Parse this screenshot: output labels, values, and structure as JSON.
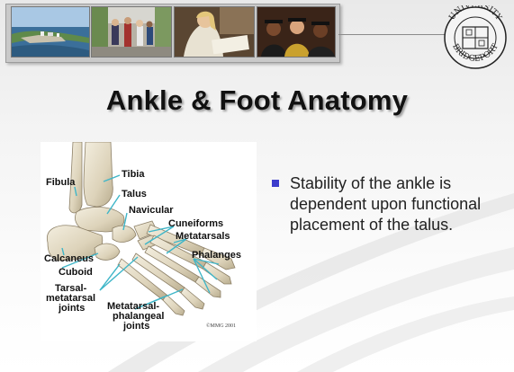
{
  "slide": {
    "title": "Ankle & Foot Anatomy",
    "bullets": [
      {
        "text": "Stability of the ankle is dependent upon functional placement of the talus."
      }
    ]
  },
  "header": {
    "photos": [
      "coastline-photo",
      "students-walking-photo",
      "student-reading-photo",
      "graduates-photo"
    ],
    "logo_text": "UNIVERSITY OF BRIDGEPORT"
  },
  "figure": {
    "labels": {
      "fibula": "Fibula",
      "tibia": "Tibia",
      "talus": "Talus",
      "navicular": "Navicular",
      "cuneiforms": "Cuneiforms",
      "metatarsals": "Metatarsals",
      "calcaneus": "Calcaneus",
      "phalanges": "Phalanges",
      "cuboid": "Cuboid",
      "tarsal_metatarsal_1": "Tarsal-",
      "tarsal_metatarsal_2": "metatarsal",
      "tarsal_metatarsal_3": "joints",
      "metatarsal_phalangeal_1": "Metatarsal-",
      "metatarsal_phalangeal_2": "phalangeal",
      "metatarsal_phalangeal_3": "joints"
    },
    "copyright": "©MMG 2001"
  },
  "colors": {
    "bullet": "#3c3ccc",
    "leader_lines": "#3fb6c8",
    "bone": "#e4dcc6"
  }
}
